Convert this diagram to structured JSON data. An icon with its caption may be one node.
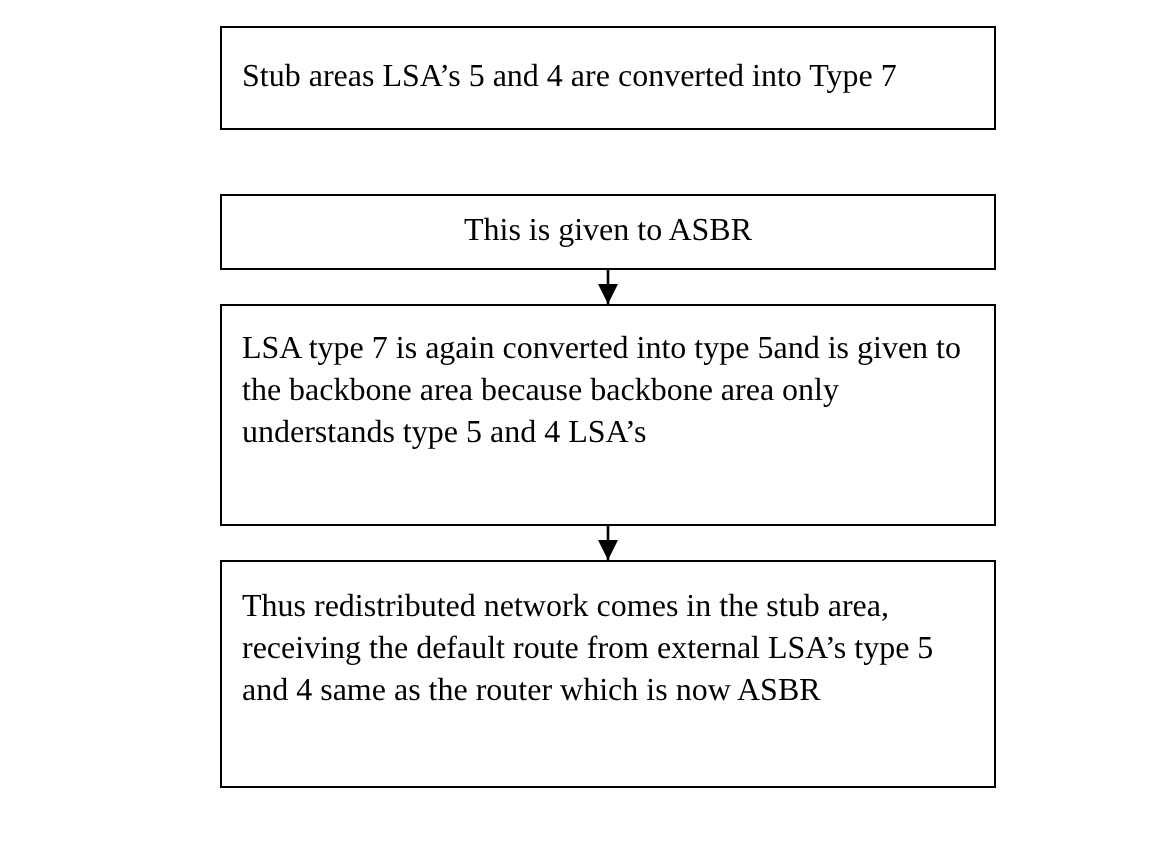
{
  "diagram": {
    "nodes": [
      {
        "text": [
          "Stub areas LSA’s 5 and 4 are converted into Type 7"
        ]
      },
      {
        "text": [
          "This is given to ASBR"
        ]
      },
      {
        "text": [
          "LSA type 7 is again converted into type 5and is given to the backbone area because backbone area only understands type 5 and 4 LSA’s"
        ]
      },
      {
        "text": [
          "Thus redistributed network comes in the stub area, receiving the default route from external LSA’s type 5 and 4 same as the router which is now ASBR"
        ]
      }
    ],
    "edges": [
      {
        "from": 1,
        "to": 2,
        "arrow": "to"
      },
      {
        "from": 2,
        "to": 3,
        "arrow": "to"
      }
    ]
  }
}
